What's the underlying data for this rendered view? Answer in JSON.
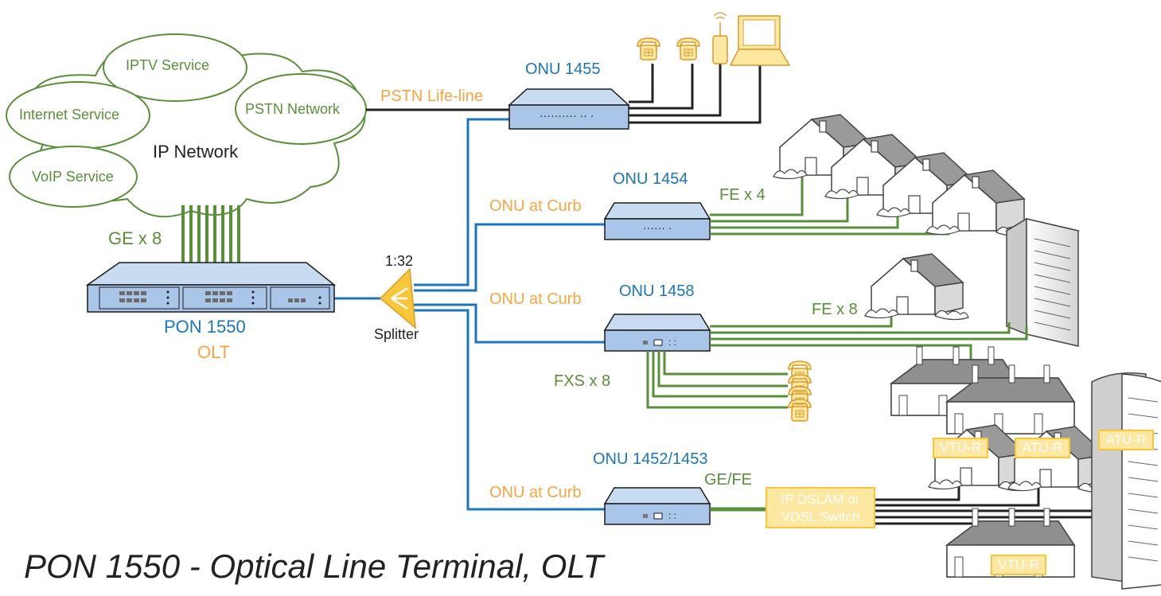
{
  "network": {
    "cloud_title": "IP Network",
    "services": [
      "IPTV Service",
      "Internet Service",
      "PSTN Network",
      "VoIP Service"
    ],
    "ge_label": "GE x 8"
  },
  "olt": {
    "name": "PON 1550",
    "role": "OLT"
  },
  "splitter": {
    "ratio": "1:32",
    "label": "Splitter"
  },
  "onus": [
    {
      "name": "ONU 1455",
      "side_label": "PSTN Life-line"
    },
    {
      "name": "ONU 1454",
      "side_label": "ONU at Curb",
      "port_label": "FE x 4"
    },
    {
      "name": "ONU 1458",
      "side_label": "ONU at Curb",
      "port_label": "FE x 8",
      "extra_label": "FXS x 8"
    },
    {
      "name": "ONU 1452/1453",
      "side_label": "ONU at Curb",
      "port_label": "GE/FE"
    }
  ],
  "dslam": {
    "line1": "IP DSLAM or",
    "line2": "VDSL Switch"
  },
  "cpe": {
    "vtu_r": "VTU-R",
    "atu_r": "ATU-R"
  },
  "caption": "PON 1550 - Optical Line Terminal, OLT",
  "colors": {
    "fiber": "#1b75bc",
    "ethernet": "#5a8f3a",
    "copper": "#222222",
    "accent": "#f7a541",
    "device": "#a9c6e8"
  }
}
